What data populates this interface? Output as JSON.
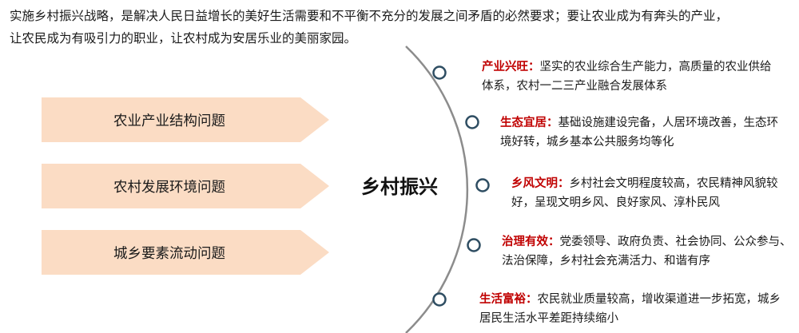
{
  "intro": {
    "line1": "实施乡村振兴战略，是解决人民日益增长的美好生活需要和不平衡不充分的发展之间矛盾的必然要求；要让农业成为有奔头的产业，",
    "line2": "让农民成为有吸引力的职业，让农村成为安居乐业的美丽家园。"
  },
  "problems": [
    {
      "label": "农业产业结构问题"
    },
    {
      "label": "农村发展环境问题"
    },
    {
      "label": "城乡要素流动问题"
    }
  ],
  "center": {
    "label": "乡村振兴"
  },
  "goals": [
    {
      "title": "产业兴旺：",
      "line1": "坚实的农业综合生产能力，高质量的农业供给",
      "line2": "体系，农村一二三产业融合发展体系"
    },
    {
      "title": "生态宜居：",
      "line1": "基础设施建设完备，人居环境改善，生态环",
      "line2": "境好转，城乡基本公共服务均等化"
    },
    {
      "title": "乡风文明：",
      "line1": "乡村社会文明程度较高，农民精神风貌较",
      "line2": "好，呈现文明乡风、良好家风、淳朴民风"
    },
    {
      "title": "治理有效：",
      "line1": "党委领导、政府负责、社会协同、公众参与、",
      "line2": "法治保障，乡村社会充满活力、和谐有序"
    },
    {
      "title": "生活富裕：",
      "line1": "农民就业质量较高，增收渠道进一步拓宽，城乡",
      "line2": "居民生活水平差距持续缩小"
    }
  ],
  "colors": {
    "arrow_fill": "#fbdcc4",
    "title_red": "#c00000",
    "node_stroke": "#2e4d62",
    "arc_stroke": "#8c8c8c"
  }
}
